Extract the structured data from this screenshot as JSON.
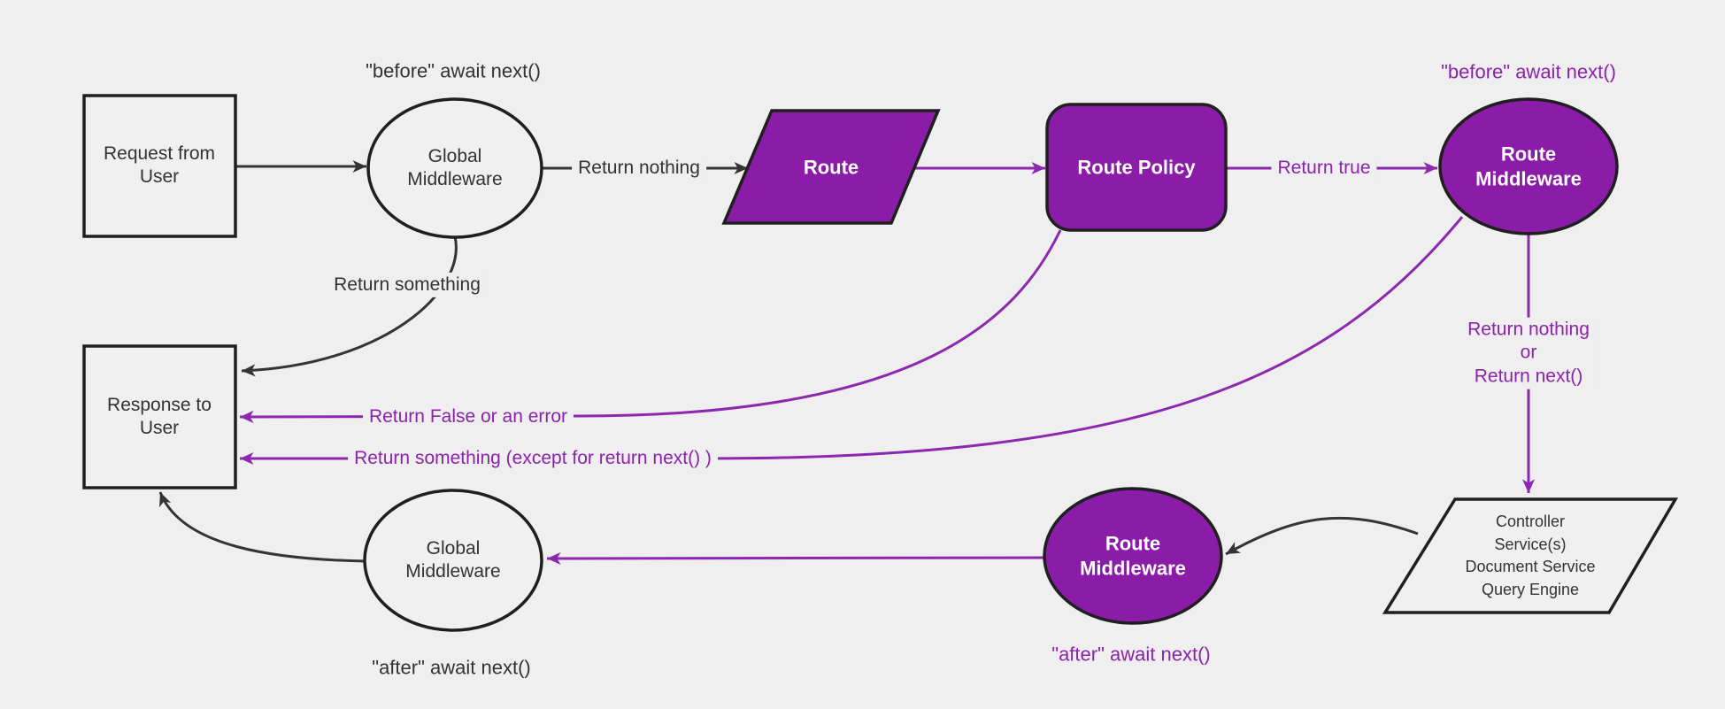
{
  "diagram": {
    "title": "Request lifecycle middleware flowchart",
    "colors": {
      "background": "#efefef",
      "purple_fill": "#8a1ca7",
      "purple_stroke": "#8c28ae",
      "purple_text": "#8b23ab",
      "dark_stroke": "#343434",
      "dark_text": "#333333",
      "node_border": "#1f1f1f",
      "white_text": "#ffffff"
    },
    "nodes": {
      "request": {
        "label": "Request from User",
        "shape": "rectangle"
      },
      "global_mw_top": {
        "label": "Global Middleware",
        "shape": "ellipse"
      },
      "route": {
        "label": "Route",
        "shape": "parallelogram"
      },
      "route_policy": {
        "label": "Route Policy",
        "shape": "rounded-rectangle"
      },
      "route_mw_top": {
        "label": "Route Middleware",
        "shape": "ellipse"
      },
      "controller": {
        "label": "Controller\nService(s)\nDocument Service\nQuery Engine",
        "shape": "parallelogram"
      },
      "route_mw_bottom": {
        "label": "Route Middleware",
        "shape": "ellipse"
      },
      "global_mw_bottom": {
        "label": "Global Middleware",
        "shape": "ellipse"
      },
      "response": {
        "label": "Response to User",
        "shape": "rectangle"
      }
    },
    "edge_labels": {
      "before_await_next_global": "\"before\" await next()",
      "return_nothing": "Return nothing",
      "return_true": "Return true",
      "before_await_next_route": "\"before\" await next()",
      "return_nothing_or_next": "Return nothing\nor\nReturn next()",
      "return_false_or_error": "Return False or an error",
      "return_something_except": "Return something (except for return next() )",
      "return_something": "Return something",
      "after_await_next_route": "\"after\" await next()",
      "after_await_next_global": "\"after\" await next()"
    }
  }
}
